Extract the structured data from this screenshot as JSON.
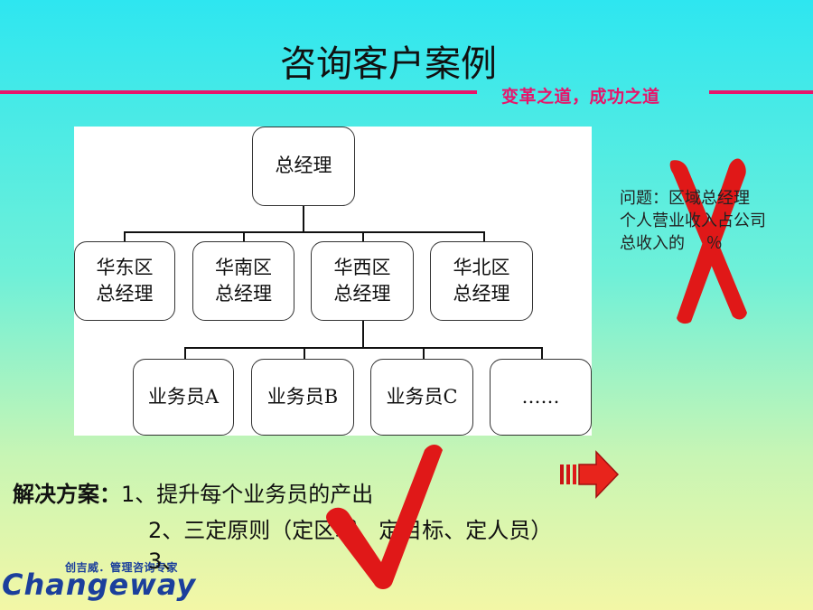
{
  "slide": {
    "title": "咨询客户案例",
    "slogan": "变革之道，成功之道"
  },
  "org_chart": {
    "root": "总经理",
    "regions": [
      "华东区\n总经理",
      "华南区\n总经理",
      "华西区\n总经理",
      "华北区\n总经理"
    ],
    "staff": [
      "业务员A",
      "业务员B",
      "业务员C",
      "……"
    ]
  },
  "question": {
    "lines": [
      "问题：区域总经理",
      "个人营业收入占公司",
      "总收入的　 ％"
    ]
  },
  "solution": {
    "label": "解决方案：",
    "items": [
      "1、提升每个业务员的产出",
      "2、三定原则（定区域、定目标、定人员）",
      "3、"
    ]
  },
  "logo": {
    "tagline": "创吉威．管理咨询专家",
    "brand": "Changeway"
  },
  "colors": {
    "accent": "#e8146a",
    "mark_red": "#e01818",
    "logo_blue": "#1b3f9c"
  },
  "icons": {
    "x_mark": "big-red-x-icon",
    "check_mark": "big-red-check-icon",
    "arrow": "red-right-arrow-icon"
  }
}
